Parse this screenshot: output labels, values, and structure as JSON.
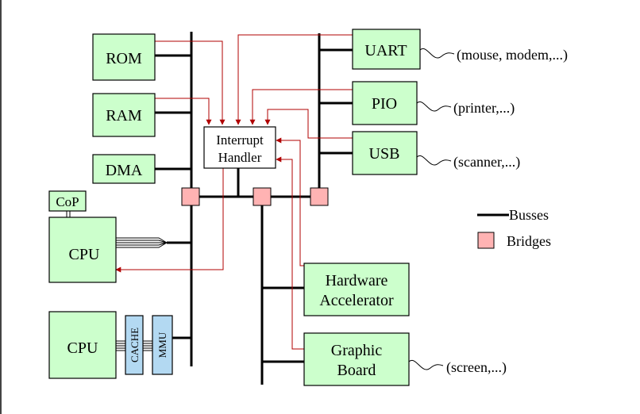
{
  "blocks": {
    "rom": "ROM",
    "ram": "RAM",
    "dma": "DMA",
    "cop": "CoP",
    "cpu1": "CPU",
    "cpu2": "CPU",
    "cache": "CACHE",
    "mmu": "MMU",
    "uart": "UART",
    "pio": "PIO",
    "usb": "USB",
    "interrupt_line1": "Interrupt",
    "interrupt_line2": "Handler",
    "hw_accel_line1": "Hardware",
    "hw_accel_line2": "Accelerator",
    "graphic_line1": "Graphic",
    "graphic_line2": "Board"
  },
  "io_devices": {
    "uart": "(mouse, modem,...)",
    "pio": "(printer,...)",
    "usb": "(scanner,...)",
    "graphic": "(screen,...)"
  },
  "legend": {
    "busses": "Busses",
    "bridges": "Bridges"
  },
  "colors": {
    "block_fill": "#ccffcc",
    "cache_fill": "#b3d9f2",
    "bridge_fill": "#ffb3b3",
    "interrupt_line": "#b00000",
    "bus": "#000000"
  }
}
